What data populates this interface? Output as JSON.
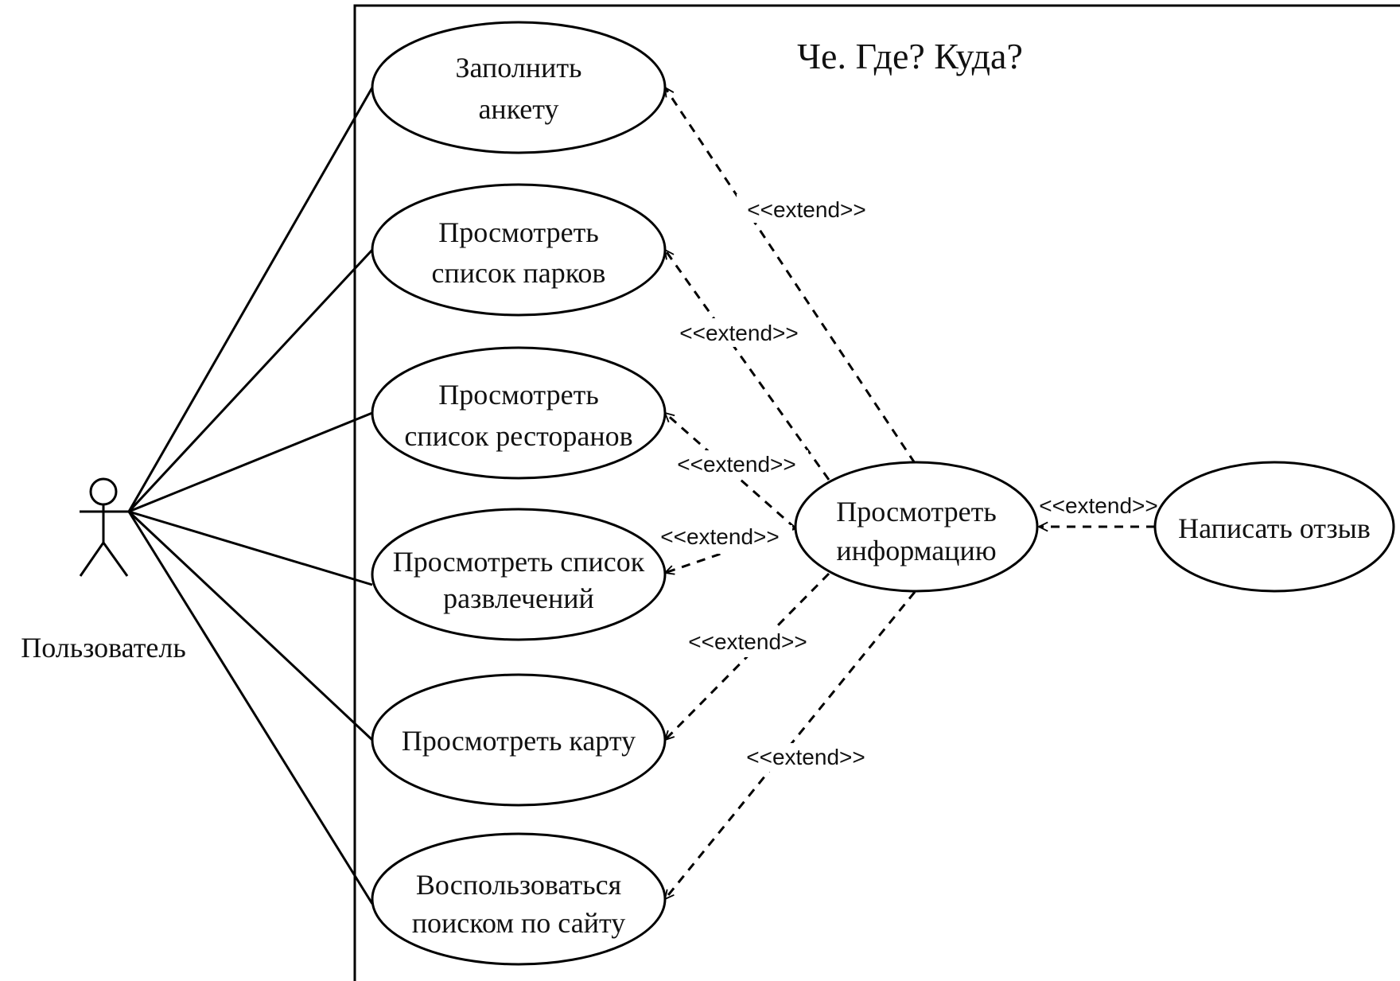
{
  "system_title": "Че. Где? Куда?",
  "actor": {
    "name": "Пользователь"
  },
  "use_cases": {
    "fill_form": [
      "Заполнить",
      "анкету"
    ],
    "parks": [
      "Просмотреть",
      "список парков"
    ],
    "restaurants": [
      "Просмотреть",
      "список ресторанов"
    ],
    "entertainment": [
      "Просмотреть список",
      "развлечений"
    ],
    "map": [
      "Просмотреть карту"
    ],
    "search": [
      "Воспользоваться",
      "поиском по сайту"
    ],
    "view_info": [
      "Просмотреть",
      "информацию"
    ],
    "review": [
      "Написать отзыв"
    ]
  },
  "relations": {
    "extend_label": "<<extend>>"
  }
}
